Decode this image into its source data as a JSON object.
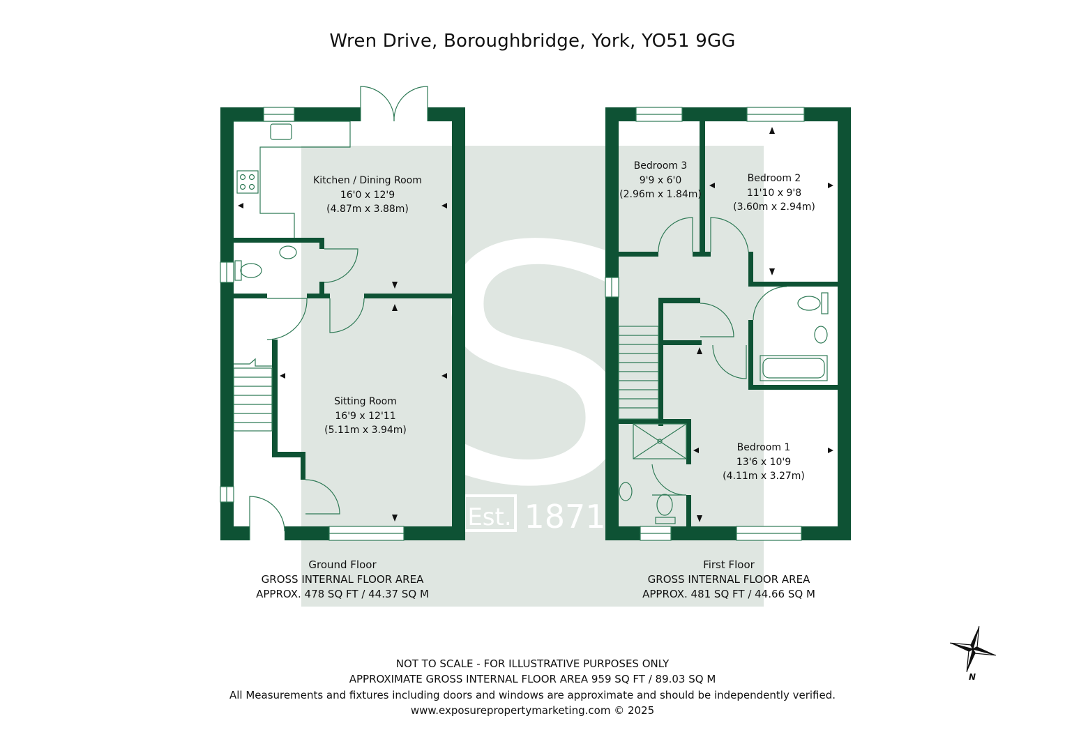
{
  "title": "Wren Drive, Boroughbridge, York, YO51 9GG",
  "colors": {
    "wall": "#0e5234",
    "fixture": "#2f7a56",
    "watermark_bg": "#dfe6e1",
    "watermark_fg": "#ffffff",
    "text": "#111111"
  },
  "watermark": {
    "letter": "S",
    "est": "Est.",
    "year": "1871"
  },
  "rooms": {
    "kitchen": {
      "name": "Kitchen / Dining Room",
      "imperial": "16'0 x 12'9",
      "metric": "(4.87m x 3.88m)"
    },
    "sitting": {
      "name": "Sitting Room",
      "imperial": "16'9 x 12'11",
      "metric": "(5.11m x 3.94m)"
    },
    "bed3": {
      "name": "Bedroom 3",
      "imperial": "9'9 x 6'0",
      "metric": "(2.96m x 1.84m)"
    },
    "bed2": {
      "name": "Bedroom 2",
      "imperial": "11'10 x 9'8",
      "metric": "(3.60m x 2.94m)"
    },
    "bed1": {
      "name": "Bedroom 1",
      "imperial": "13'6 x 10'9",
      "metric": "(4.11m x 3.27m)"
    }
  },
  "floors": {
    "ground": {
      "name": "Ground Floor",
      "line1": "GROSS INTERNAL FLOOR AREA",
      "line2": "APPROX. 478 SQ FT / 44.37 SQ M"
    },
    "first": {
      "name": "First Floor",
      "line1": "GROSS INTERNAL FLOOR AREA",
      "line2": "APPROX. 481 SQ FT / 44.66 SQ M"
    }
  },
  "footer": {
    "line1": "NOT TO SCALE - FOR ILLUSTRATIVE PURPOSES ONLY",
    "line2": "APPROXIMATE GROSS INTERNAL FLOOR AREA 959 SQ FT / 89.03 SQ M",
    "line3": "All Measurements and fixtures including doors and windows are approximate and should be independently verified.",
    "line4": "www.exposurepropertymarketing.com © 2025"
  },
  "compass": {
    "label": "N",
    "icon": "compass-rose-icon"
  }
}
